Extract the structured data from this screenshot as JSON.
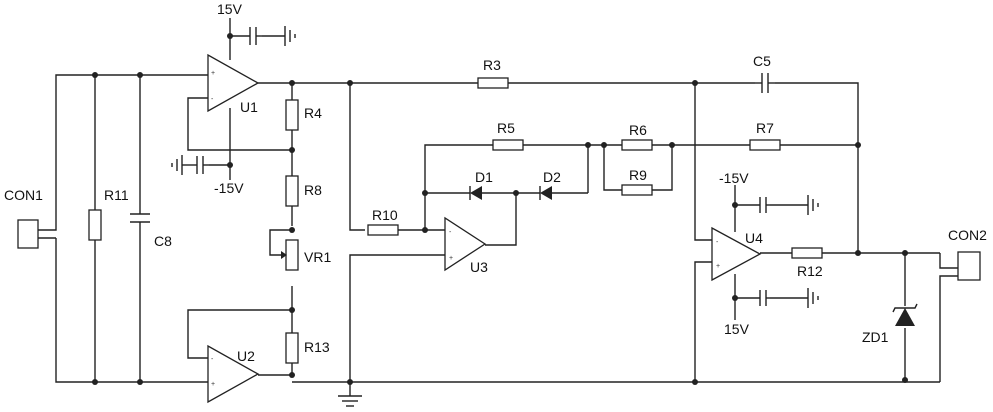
{
  "labels": {
    "con1": "CON1",
    "con2": "CON2",
    "r11": "R11",
    "c8": "C8",
    "r3": "R3",
    "c5": "C5",
    "r4": "R4",
    "u1": "U1",
    "u2": "U2",
    "u3": "U3",
    "u4": "U4",
    "r5": "R5",
    "r6": "R6",
    "r7": "R7",
    "r8": "R8",
    "r9": "R9",
    "r10": "R10",
    "r12": "R12",
    "r13": "R13",
    "vr1": "VR1",
    "d1": "D1",
    "d2": "D2",
    "zd1": "ZD1",
    "u1_vpos": "15V",
    "u1_vneg": "-15V",
    "u4_vneg": "-15V",
    "u4_vpos": "15V"
  }
}
